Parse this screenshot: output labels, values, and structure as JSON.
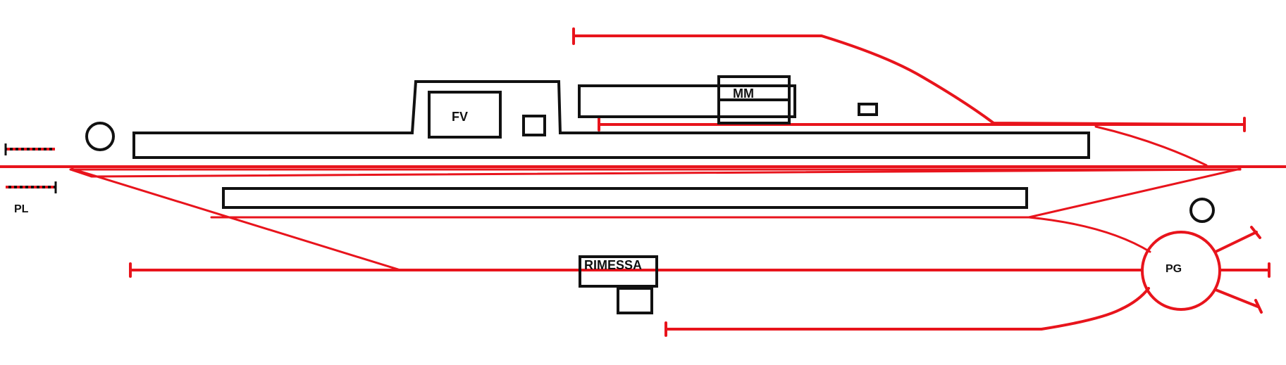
{
  "labels": {
    "fv": "FV",
    "mm": "MM",
    "rimessa": "RIMESSA",
    "pg": "PG",
    "pl": "PL"
  },
  "colors": {
    "track": "#e8141c",
    "building": "#111111",
    "crossing_stripe": "#111111",
    "background": "#ffffff"
  }
}
